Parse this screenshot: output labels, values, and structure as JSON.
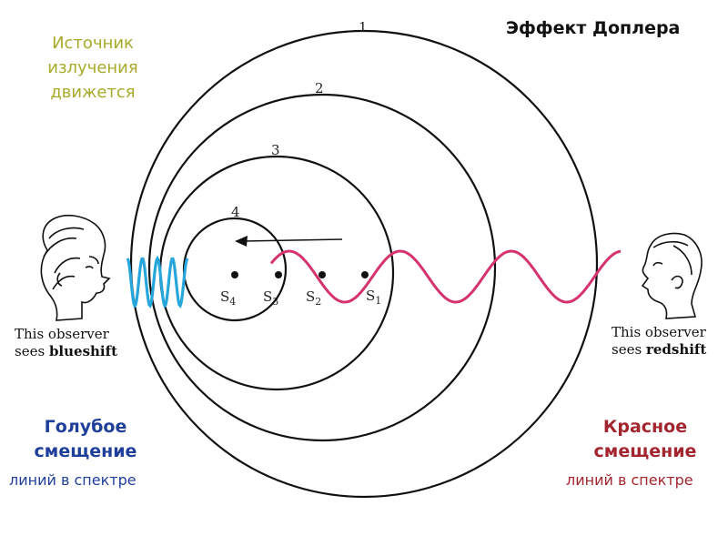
{
  "title": "Эффект Доплера",
  "source_label": "Источник излучения движется",
  "wavefronts": [
    "1",
    "2",
    "3",
    "4"
  ],
  "sources": [
    {
      "letter": "S",
      "index": "1"
    },
    {
      "letter": "S",
      "index": "2"
    },
    {
      "letter": "S",
      "index": "3"
    },
    {
      "letter": "S",
      "index": "4"
    }
  ],
  "observer_left": {
    "line1": "This observer",
    "line2_prefix": "sees",
    "line2_bold": "blueshift"
  },
  "observer_right": {
    "line1": "This observer",
    "line2_prefix": "sees",
    "line2_bold": "redshift"
  },
  "blueshift": {
    "title_line1": "Голубое",
    "title_line2": "смещение",
    "subtitle": "линий в спектре"
  },
  "redshift": {
    "title_line1": "Красное",
    "title_line2": "смещение",
    "subtitle": "линий в спектре"
  },
  "colors": {
    "blue_wave": "#27a6db",
    "red_wave": "#d6336e",
    "blue_text": "#1f3f9a",
    "red_text": "#a3262f",
    "source_text": "#a9aa2a"
  }
}
